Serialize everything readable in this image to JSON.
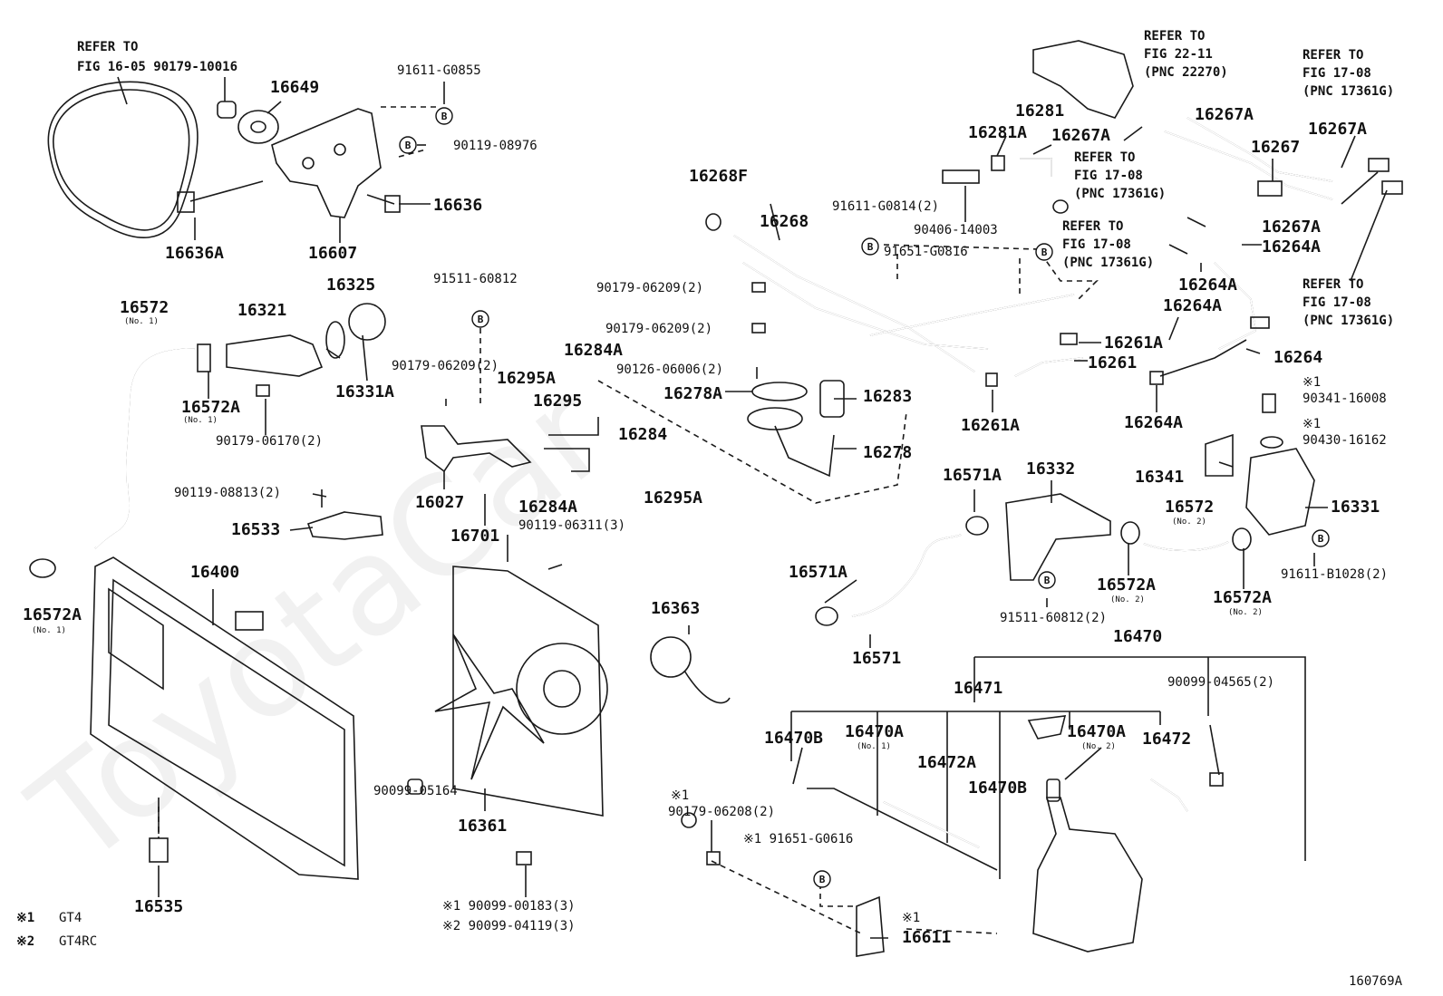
{
  "watermark": "ToyotaCar",
  "figure_code": "160769A",
  "legend": [
    {
      "mark": "※1",
      "text": "GT4"
    },
    {
      "mark": "※2",
      "text": "GT4RC"
    }
  ],
  "bubble_letter": "B",
  "refer_notes": [
    {
      "lines": [
        "REFER TO",
        "FIG 16-05 90179-10016"
      ]
    },
    {
      "lines": [
        "REFER TO",
        "FIG 22-11",
        "(PNC 22270)"
      ]
    },
    {
      "lines": [
        "REFER TO",
        "FIG 17-08",
        "(PNC 17361G)"
      ]
    },
    {
      "lines": [
        "REFER TO",
        "FIG 17-08",
        "(PNC 17361G)"
      ]
    },
    {
      "lines": [
        "REFER TO",
        "FIG 17-08",
        "(PNC 17361G)"
      ]
    },
    {
      "lines": [
        "REFER TO",
        "FIG 17-08",
        "(PNC 17361G)"
      ]
    }
  ],
  "big_labels": [
    "16649",
    "16636",
    "16636A",
    "16607",
    "16572",
    "16321",
    "16325",
    "16331A",
    "16572A",
    "16027",
    "16295A",
    "16284A",
    "16295",
    "16284",
    "16284A",
    "16295A",
    "16533",
    "16400",
    "16572A",
    "16535",
    "16701",
    "16363",
    "16361",
    "16268F",
    "16268",
    "16281",
    "16281A",
    "16267A",
    "16267A",
    "16267",
    "16267A",
    "16267A",
    "16264A",
    "16264A",
    "16264A",
    "16261A",
    "16264",
    "16261",
    "16261A",
    "16264A",
    "16278A",
    "16283",
    "16278",
    "16571A",
    "16332",
    "16341",
    "16331",
    "16572",
    "16571A",
    "16572A",
    "16572A",
    "16571",
    "16470",
    "16471",
    "16470B",
    "16470A",
    "16472A",
    "16470A",
    "16472",
    "16470B",
    "16611"
  ],
  "small_labels": [
    "91611-G0855",
    "90119-08976",
    "91511-60812",
    "90179-06209(2)",
    "90179-06209(2)",
    "90179-06209(2)",
    "90126-06006(2)",
    "90179-06170(2)",
    "90119-08813(2)",
    "90119-06311(3)",
    "90099-05164",
    "※1 90099-00183(3)",
    "※2 90099-04119(3)",
    "91611-G0814(2)",
    "90406-14003",
    "91651-G0816",
    "※1",
    "90341-16008",
    "※1",
    "90430-16162",
    "91611-B1028(2)",
    "91511-60812(2)",
    "90099-04565(2)",
    "※1",
    "90179-06208(2)",
    "※1 91651-G0616",
    "※1"
  ],
  "sub_labels": [
    "(No. 1)",
    "(No. 1)",
    "(No. 1)",
    "(No. 2)",
    "(No. 2)",
    "(No. 2)",
    "(No. 1)",
    "(No. 2)"
  ]
}
